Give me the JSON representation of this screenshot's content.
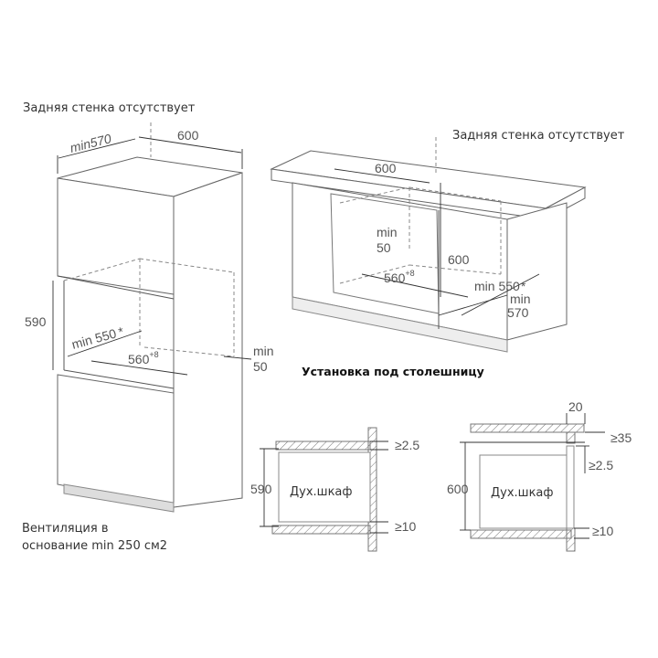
{
  "labels": {
    "no_back_wall_left": "Задняя стенка отсутствует",
    "no_back_wall_right": "Задняя стенка отсутствует",
    "under_counter_title": "Установка под столешницу",
    "ventilation_line1": "Вентиляция в",
    "ventilation_line2": "основание min 250 см2",
    "oven_label_1": "Дух.шкаф",
    "oven_label_2": "Дух.шкаф"
  },
  "tall_cabinet": {
    "depth": "min570",
    "width": "600",
    "height": "590",
    "niche_depth": "min 550",
    "niche_depth_mark": "*",
    "niche_width": "560",
    "niche_width_tol": "+8",
    "gap_min": "min",
    "gap_val": "50"
  },
  "counter": {
    "width": "600",
    "gap_min": "min",
    "gap_val": "50",
    "height": "600",
    "niche_width": "560",
    "niche_width_tol": "+8",
    "niche_depth": "min 550",
    "niche_depth_mark": "*",
    "depth_min": "min",
    "depth_val": "570"
  },
  "section_1": {
    "height": "590",
    "top_gap": "≥2.5",
    "bottom_gap": "≥10"
  },
  "section_2": {
    "overhang": "20",
    "height": "600",
    "counter_gap": "≥35",
    "top_gap": "≥2.5",
    "bottom_gap": "≥10"
  }
}
